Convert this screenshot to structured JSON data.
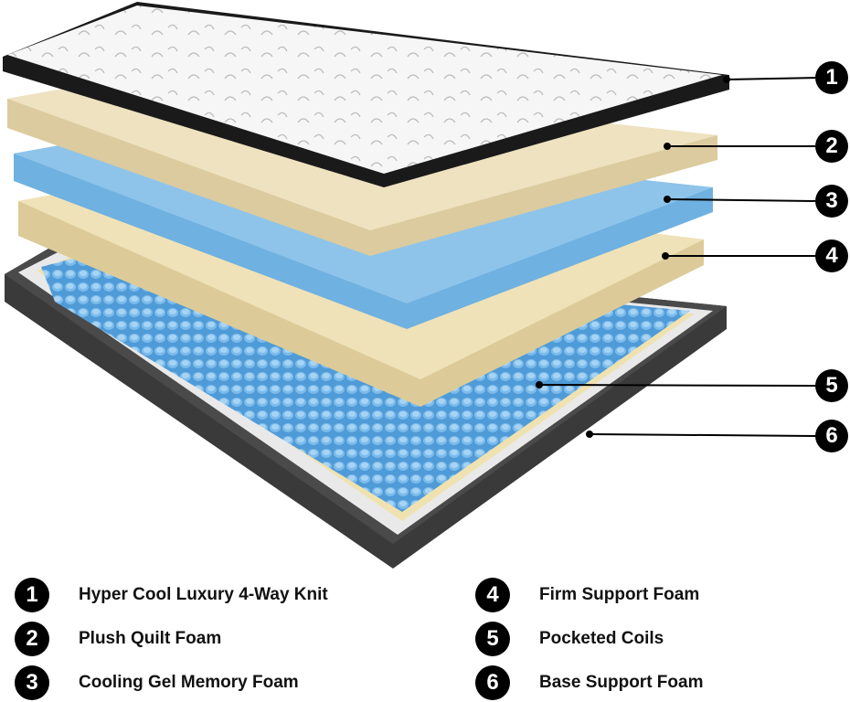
{
  "layers": [
    {
      "number": "1",
      "label": "Hyper Cool Luxury 4-Way Knit"
    },
    {
      "number": "2",
      "label": "Plush Quilt Foam"
    },
    {
      "number": "3",
      "label": "Cooling Gel Memory Foam"
    },
    {
      "number": "4",
      "label": "Firm Support Foam"
    },
    {
      "number": "5",
      "label": "Pocketed Coils"
    },
    {
      "number": "6",
      "label": "Base Support Foam"
    }
  ],
  "colors": {
    "knit": "#f4f4f4",
    "edge": "#1a1a1a",
    "plush_foam": "#eee2c0",
    "gel_foam": "#8ec4ea",
    "firm_foam": "#efe2b8",
    "coils": "#5aa6e0",
    "base": "#3a3a3a"
  }
}
